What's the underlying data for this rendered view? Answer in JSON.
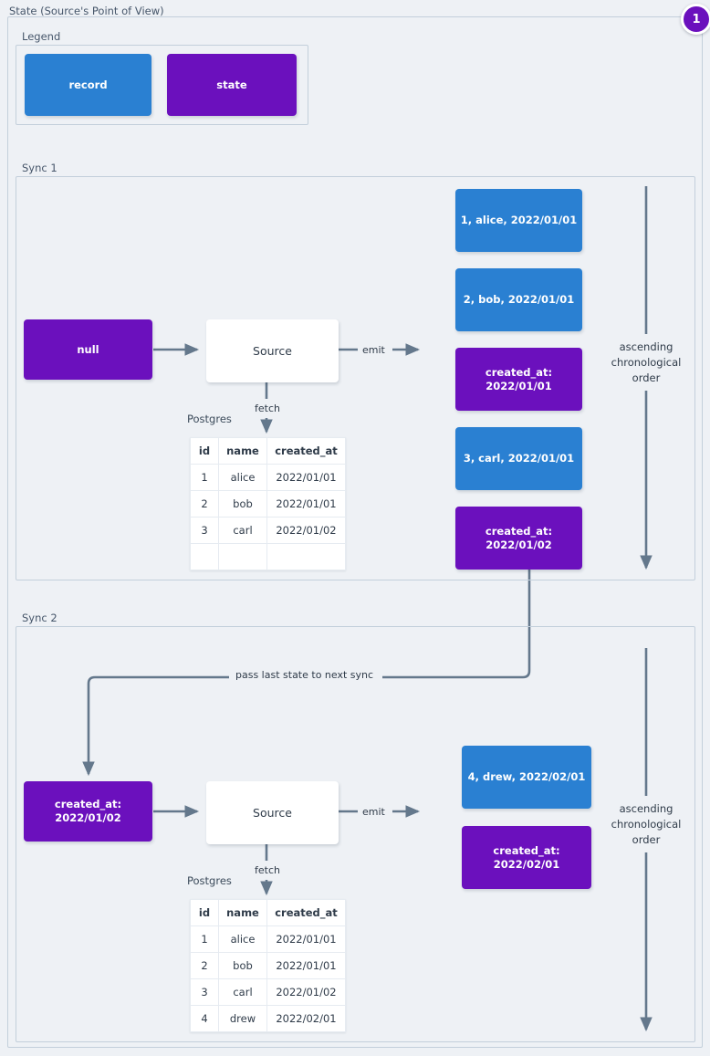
{
  "page": {
    "title": "State (Source's Point of View)",
    "badge": "1",
    "accent_record": "#2a80d2",
    "accent_state": "#6b10bd",
    "background": "#eef1f5"
  },
  "legend": {
    "label": "Legend",
    "items": [
      {
        "label": "record",
        "color": "#2a80d2"
      },
      {
        "label": "state",
        "color": "#6b10bd"
      }
    ]
  },
  "sync1": {
    "label": "Sync 1",
    "input_state": "null",
    "source": "Source",
    "emit_label": "emit",
    "fetch_label": "fetch",
    "db_caption": "Postgres",
    "axis_label": "ascending\nchronological\norder",
    "table": {
      "columns": [
        "id",
        "name",
        "created_at"
      ],
      "rows": [
        [
          "1",
          "alice",
          "2022/01/01"
        ],
        [
          "2",
          "bob",
          "2022/01/01"
        ],
        [
          "3",
          "carl",
          "2022/01/02"
        ],
        [
          "",
          "",
          ""
        ]
      ]
    },
    "emitted": [
      {
        "kind": "record",
        "text": "1, alice, 2022/01/01"
      },
      {
        "kind": "record",
        "text": "2, bob, 2022/01/01"
      },
      {
        "kind": "state",
        "text": "created_at:\n2022/01/01"
      },
      {
        "kind": "record",
        "text": "3, carl, 2022/01/01"
      },
      {
        "kind": "state",
        "text": "created_at:\n2022/01/02"
      }
    ]
  },
  "sync2": {
    "label": "Sync 2",
    "input_state": "created_at:\n2022/01/02",
    "source": "Source",
    "emit_label": "emit",
    "fetch_label": "fetch",
    "db_caption": "Postgres",
    "axis_label": "ascending\nchronological\norder",
    "table": {
      "columns": [
        "id",
        "name",
        "created_at"
      ],
      "rows": [
        [
          "1",
          "alice",
          "2022/01/01"
        ],
        [
          "2",
          "bob",
          "2022/01/01"
        ],
        [
          "3",
          "carl",
          "2022/01/02"
        ],
        [
          "4",
          "drew",
          "2022/02/01"
        ]
      ]
    },
    "emitted": [
      {
        "kind": "record",
        "text": "4, drew, 2022/02/01"
      },
      {
        "kind": "state",
        "text": "created_at:\n2022/02/01"
      }
    ]
  },
  "connector": {
    "pass_state_label": "pass last state to next sync"
  }
}
